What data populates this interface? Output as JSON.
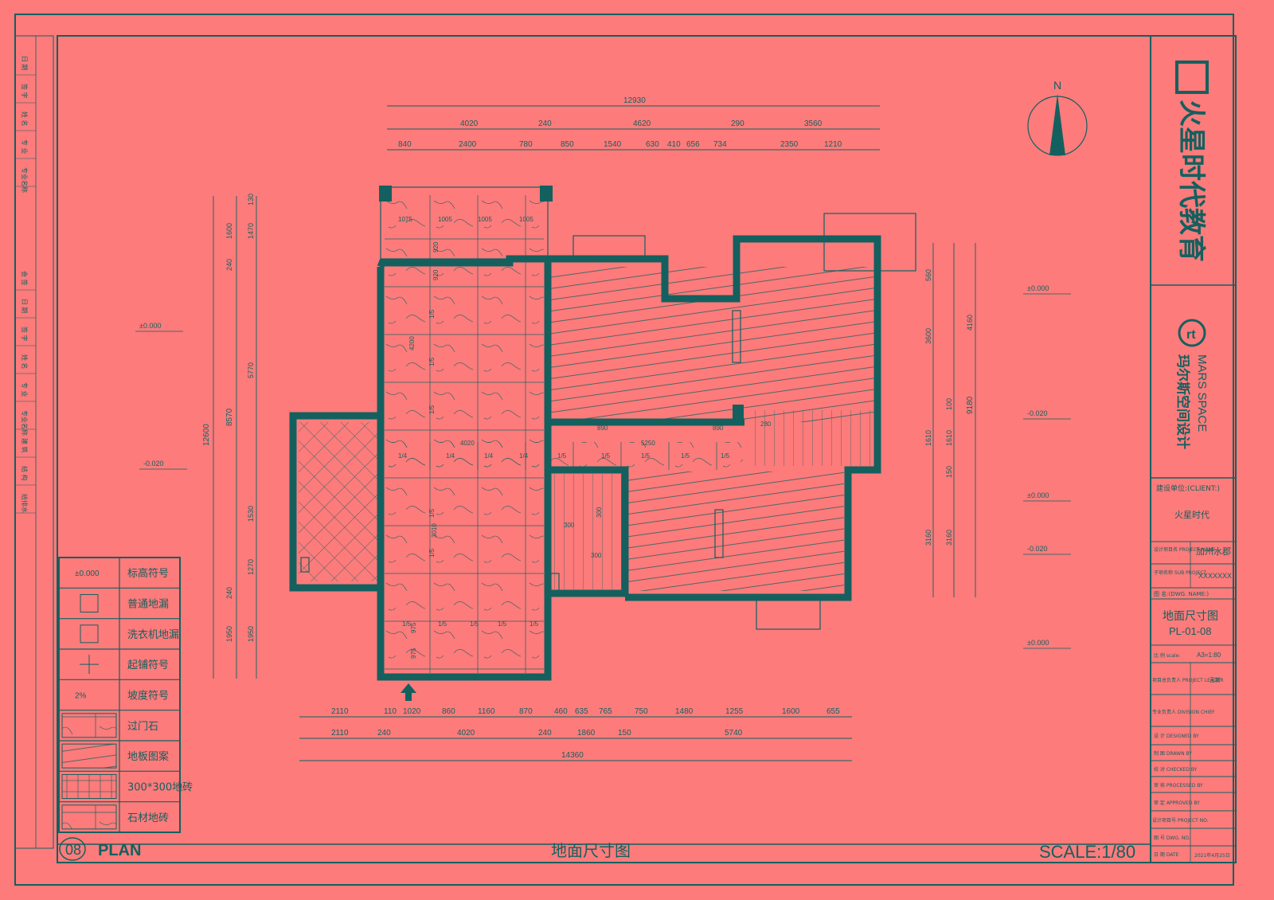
{
  "sheet": {
    "drawing_number": "08",
    "view_label": "PLAN",
    "bottom_title": "地面尺寸图",
    "scale_text": "SCALE:1/80"
  },
  "north_label": "N",
  "brand": {
    "logo_text": "火星时代教育",
    "mars_en": "MARS SPACE",
    "mars_cn": "玛尔斯空间设计"
  },
  "title_block": {
    "client_label": "建设单位:(CLIENT:)",
    "client_value": "火星时代",
    "project_label": "设计项目名 PROJECT NAME",
    "project_value": "加州水郡",
    "sub_project_label": "子项名称 SUB PROJECT",
    "sub_project_value": "XXXXXXX",
    "dwg_name_label": "图 名:(DWG. NAME:)",
    "dwg_name_value": "地面尺寸图",
    "dwg_code": "PL-01-08",
    "scale_label": "比 例 scale:",
    "scale_value": "A3=1:80",
    "leader_label": "项目总负责人 PROJECT LEADER",
    "leader_value": "王新",
    "division_label": "专业负责人 DIVISION CHIEF",
    "designed_label": "设 计 DESIGNED BY",
    "drawn_label": "制 图 DRAWN BY",
    "checked_label": "校 对 CHECKED BY",
    "processed_label": "审 核 PROCESSED BY",
    "approved_label": "审 定 APPROVED BY",
    "project_no_label": "设计项目号 PROJECT NO.",
    "dwg_no_label": "图 号 DWG. NO.",
    "date_label": "日 期 DATE",
    "date_value": "2021年4月25日"
  },
  "legend": [
    {
      "symbol": "±0.000",
      "label": "标高符号"
    },
    {
      "symbol": "",
      "label": "普通地漏"
    },
    {
      "symbol": "",
      "label": "洗衣机地漏"
    },
    {
      "symbol": "",
      "label": "起铺符号"
    },
    {
      "symbol": "2%",
      "label": "坡度符号"
    },
    {
      "symbol": "",
      "label": "过门石"
    },
    {
      "symbol": "",
      "label": "地板图案"
    },
    {
      "symbol": "",
      "label": "300*300地砖"
    },
    {
      "symbol": "",
      "label": "石材地砖"
    }
  ],
  "left_strip": [
    "日 期",
    "签 字",
    "姓 名",
    "专 业",
    "专业名称",
    "会 签",
    "日 期",
    "签 字",
    "姓 名",
    "专 业",
    "专业名称",
    "建 筑",
    "结 构",
    "给排水"
  ],
  "dimensions": {
    "top_total": "12930",
    "top_row2": [
      "4020",
      "240",
      "4620",
      "290",
      "3560"
    ],
    "top_row3": [
      "840",
      "2400",
      "780",
      "850",
      "1540",
      "630",
      "410",
      "656",
      "734",
      "2350",
      "1210"
    ],
    "bottom_row1": [
      "2110",
      "110",
      "1020",
      "860",
      "1160",
      "870",
      "460",
      "635",
      "765",
      "750",
      "1480",
      "1255",
      "1600",
      "655"
    ],
    "bottom_row2": [
      "2110",
      "240",
      "4020",
      "240",
      "1860",
      "150",
      "5740"
    ],
    "bottom_total": "14360",
    "left_total": "12600",
    "left_sub": "8570",
    "left_row": [
      "130",
      "1600",
      "1470",
      "240",
      "5770",
      "1530",
      "1270",
      "240",
      "1950",
      "1950"
    ],
    "right_total": "9180",
    "right_row": [
      "560",
      "3600",
      "4160",
      "100",
      "1610",
      "1610",
      "150",
      "3160",
      "3160"
    ],
    "interior": [
      "1075",
      "1005",
      "1005",
      "1005",
      "920",
      "920",
      "4200",
      "4020",
      "5250",
      "3010",
      "300",
      "300",
      "890",
      "890",
      "975",
      "975",
      "280",
      "300"
    ],
    "tile_ratios": [
      "1/5",
      "1/4"
    ]
  },
  "levels": [
    "±0.000",
    "±0.000",
    "-0.020",
    "-0.020",
    "±0.000",
    "-0.020",
    "±0.000",
    "±0.000"
  ]
}
